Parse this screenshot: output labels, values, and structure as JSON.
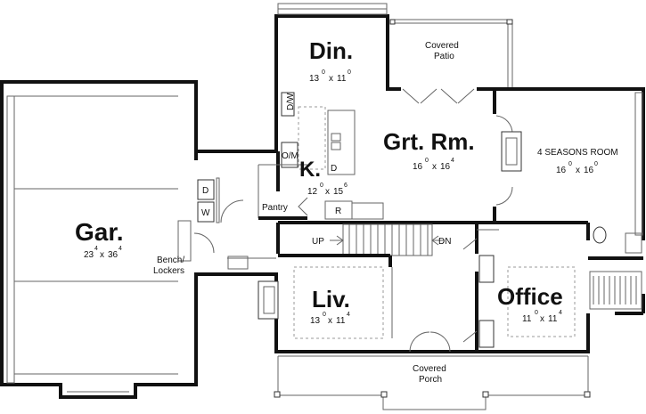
{
  "rooms": {
    "dining": {
      "name": "Din.",
      "w": "13",
      "w_in": "0",
      "d": "11",
      "d_in": "0"
    },
    "great": {
      "name": "Grt. Rm.",
      "w": "16",
      "w_in": "0",
      "d": "16",
      "d_in": "4"
    },
    "seasons": {
      "name": "4 SEASONS ROOM",
      "w": "16",
      "w_in": "0",
      "d": "16",
      "d_in": "0"
    },
    "kitchen": {
      "name": "K.",
      "w": "12",
      "w_in": "0",
      "d": "15",
      "d_in": "6"
    },
    "garage": {
      "name": "Gar.",
      "w": "23",
      "w_in": "4",
      "d": "36",
      "d_in": "4"
    },
    "living": {
      "name": "Liv.",
      "w": "13",
      "w_in": "0",
      "d": "11",
      "d_in": "4"
    },
    "office": {
      "name": "Office",
      "w": "11",
      "w_in": "0",
      "d": "11",
      "d_in": "4"
    }
  },
  "labels": {
    "covered_patio_1": "Covered",
    "covered_patio_2": "Patio",
    "covered_porch_1": "Covered",
    "covered_porch_2": "Porch",
    "pantry": "Pantry",
    "bench_1": "Bench/",
    "bench_2": "Lockers",
    "up": "UP",
    "dn": "DN",
    "dw": "D/W",
    "om": "O/M",
    "fridge": "R",
    "dryer": "D",
    "washer": "W",
    "dish": "D",
    "x": "x"
  }
}
